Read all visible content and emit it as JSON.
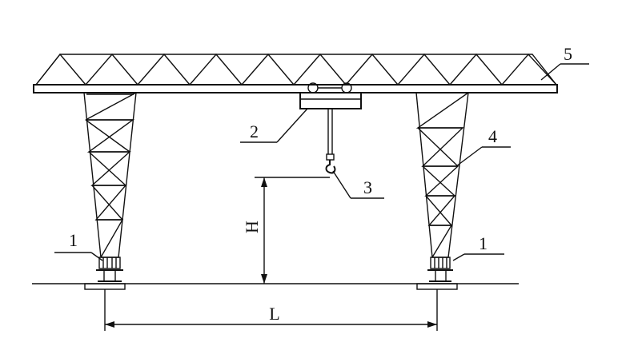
{
  "diagram": {
    "callouts": {
      "wheels_left": "1",
      "wheels_right": "1",
      "trolley": "2",
      "hook": "3",
      "leg": "4",
      "girder": "5"
    },
    "dimensions": {
      "height": "H",
      "span": "L"
    },
    "colors": {
      "line": "#111111",
      "background": "#ffffff"
    }
  }
}
